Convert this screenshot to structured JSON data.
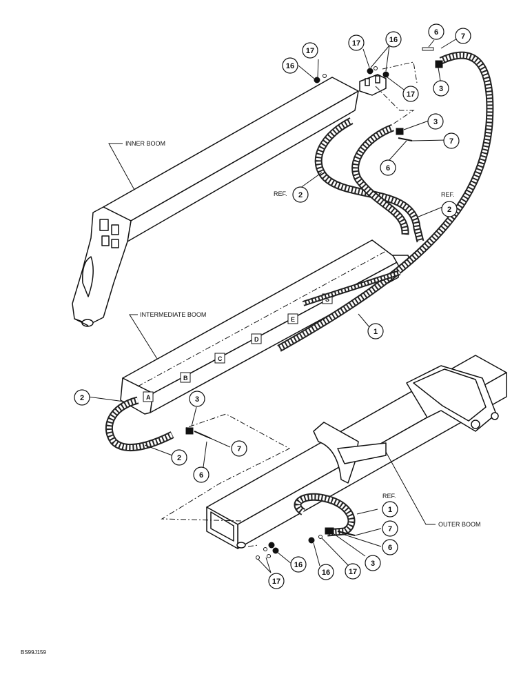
{
  "labels": {
    "inner_boom": "INNER BOOM",
    "intermediate_boom": "INTERMEDIATE BOOM",
    "outer_boom": "OUTER BOOM",
    "ref": "REF.",
    "figure_id": "BS99J159"
  },
  "boom_segment_letters": [
    "A",
    "B",
    "C",
    "D",
    "E",
    "S"
  ],
  "callouts": [
    {
      "id": "c17a",
      "number": "17"
    },
    {
      "id": "c16a",
      "number": "16"
    },
    {
      "id": "c17b",
      "number": "17"
    },
    {
      "id": "c16b",
      "number": "16"
    },
    {
      "id": "c17c",
      "number": "17"
    },
    {
      "id": "c6a",
      "number": "6"
    },
    {
      "id": "c7a",
      "number": "7"
    },
    {
      "id": "c3a",
      "number": "3"
    },
    {
      "id": "c3b",
      "number": "3"
    },
    {
      "id": "c7b",
      "number": "7"
    },
    {
      "id": "c6b",
      "number": "6"
    },
    {
      "id": "c2a",
      "number": "2"
    },
    {
      "id": "c2b",
      "number": "2"
    },
    {
      "id": "c1a",
      "number": "1"
    },
    {
      "id": "c2c",
      "number": "2"
    },
    {
      "id": "c3c",
      "number": "3"
    },
    {
      "id": "c7c",
      "number": "7"
    },
    {
      "id": "c2d",
      "number": "2"
    },
    {
      "id": "c6c",
      "number": "6"
    },
    {
      "id": "c1b",
      "number": "1"
    },
    {
      "id": "c7d",
      "number": "7"
    },
    {
      "id": "c6d",
      "number": "6"
    },
    {
      "id": "c16c",
      "number": "16"
    },
    {
      "id": "c16d",
      "number": "16"
    },
    {
      "id": "c17d",
      "number": "17"
    },
    {
      "id": "c3d",
      "number": "3"
    },
    {
      "id": "c17e",
      "number": "17"
    }
  ]
}
